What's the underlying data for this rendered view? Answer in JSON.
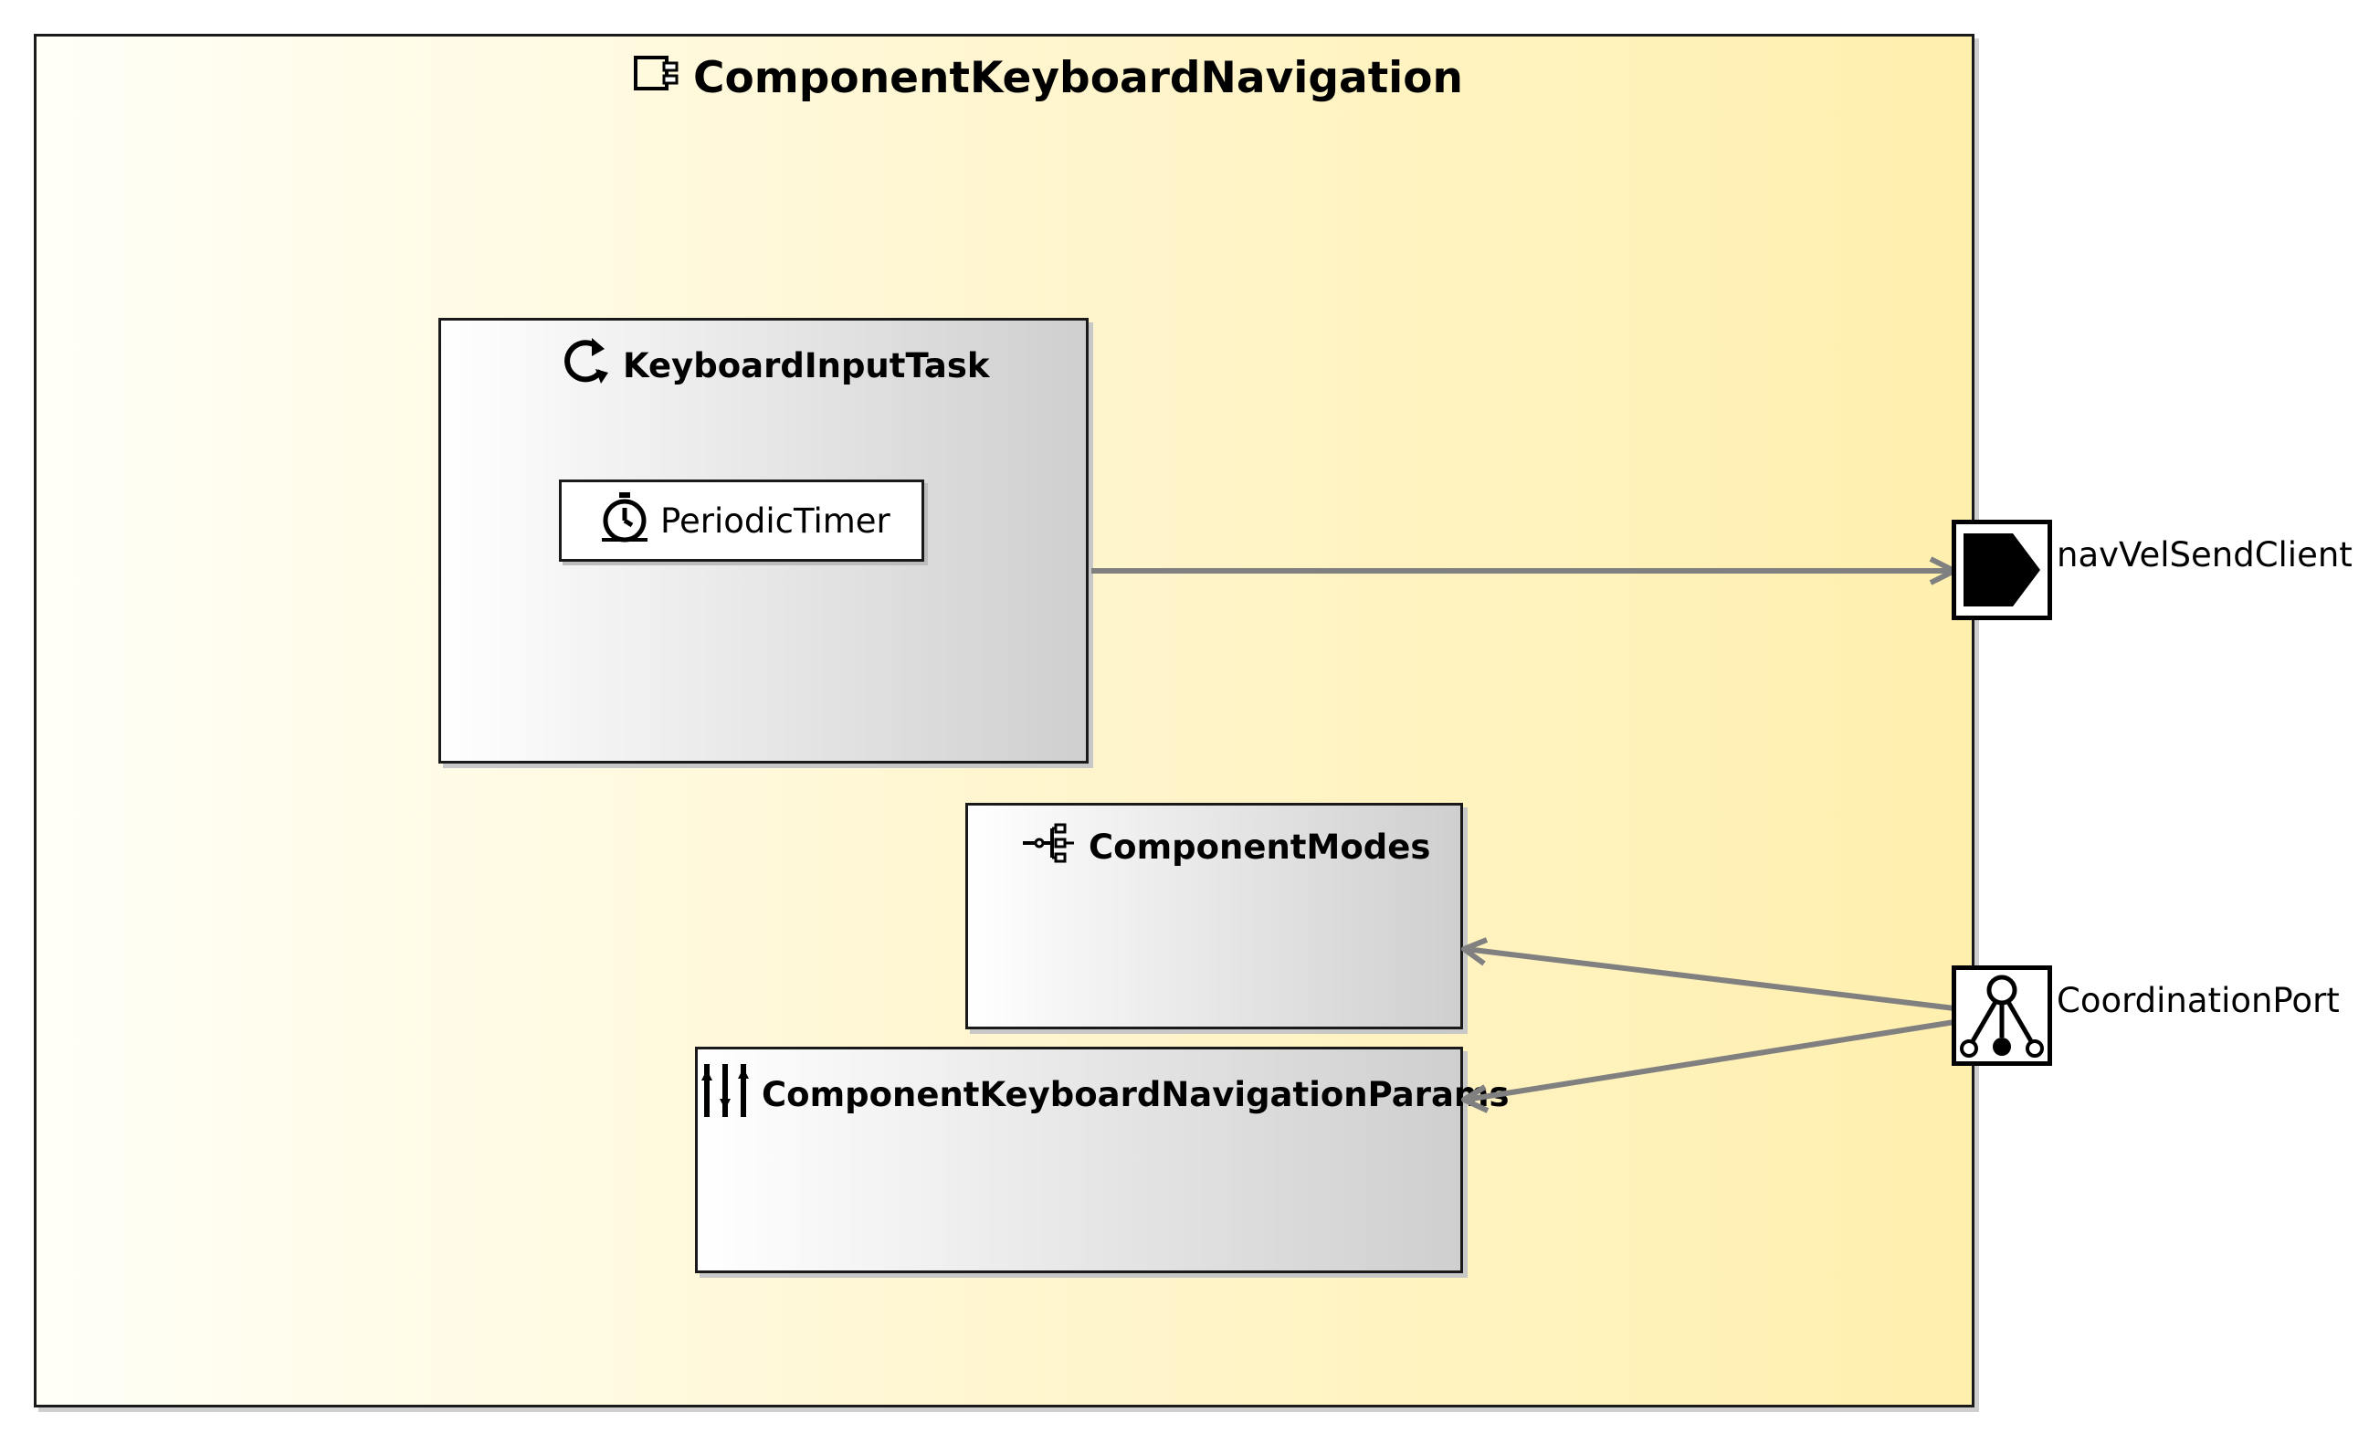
{
  "component": {
    "name": "ComponentKeyboardNavigation",
    "icon": "component-icon"
  },
  "tasks": [
    {
      "name": "KeyboardInputTask",
      "icon": "task-loop-icon",
      "timer": {
        "name": "PeriodicTimer",
        "icon": "stopwatch-icon"
      }
    }
  ],
  "modes": {
    "name": "ComponentModes",
    "icon": "mode-tree-icon"
  },
  "params": {
    "name": "ComponentKeyboardNavigationParams",
    "icon": "sliders-icon"
  },
  "ports": [
    {
      "name": "navVelSendClient",
      "icon": "send-client-port-icon"
    },
    {
      "name": "CoordinationPort",
      "icon": "coordination-port-icon"
    }
  ],
  "colors": {
    "connector": "#808080",
    "component_gradient_end": "#fff0ae",
    "box_gradient_end": "#cfcfcf"
  }
}
